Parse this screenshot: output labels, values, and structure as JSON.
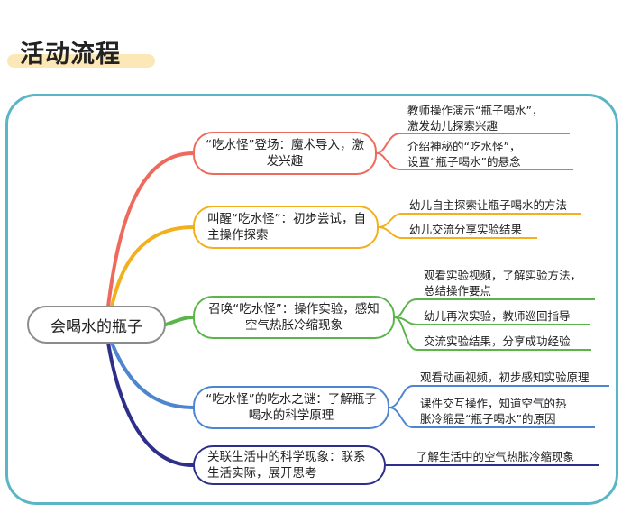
{
  "heading": "活动流程",
  "colors": {
    "frame": "#5ab6c4",
    "heading_mark": "#fbe8b6",
    "branch1": "#ee6a5d",
    "branch2": "#f2b01c",
    "branch3": "#5cb54a",
    "branch4": "#4d86cf",
    "branch5": "#2e2f8a"
  },
  "root": "会喝水的瓶子",
  "branches": [
    {
      "text": "“吃水怪”登场：魔术导入，激发兴趣",
      "children": [
        "教师操作演示“瓶子喝水”，\n激发幼儿探索兴趣",
        "介绍神秘的“吃水怪”，\n设置“瓶子喝水”的悬念"
      ]
    },
    {
      "text": "叫醒“吃水怪”：初步尝试，自主操作探索",
      "children": [
        "幼儿自主探索让瓶子喝水的方法",
        "幼儿交流分享实验结果"
      ]
    },
    {
      "text": "召唤“吃水怪”：操作实验，感知空气热胀冷缩现象",
      "children": [
        "观看实验视频，了解实验方法，\n总结操作要点",
        "幼儿再次实验，教师巡回指导",
        "交流实验结果，分享成功经验"
      ]
    },
    {
      "text": "“吃水怪”的吃水之谜：了解瓶子喝水的科学原理",
      "children": [
        "观看动画视频，初步感知实验原理",
        "课件交互操作，知道空气的热\n胀冷缩是“瓶子喝水”的原因"
      ]
    },
    {
      "text": "关联生活中的科学现象：联系生活实际，展开思考",
      "children": [
        "了解生活中的空气热胀冷缩现象"
      ]
    }
  ]
}
